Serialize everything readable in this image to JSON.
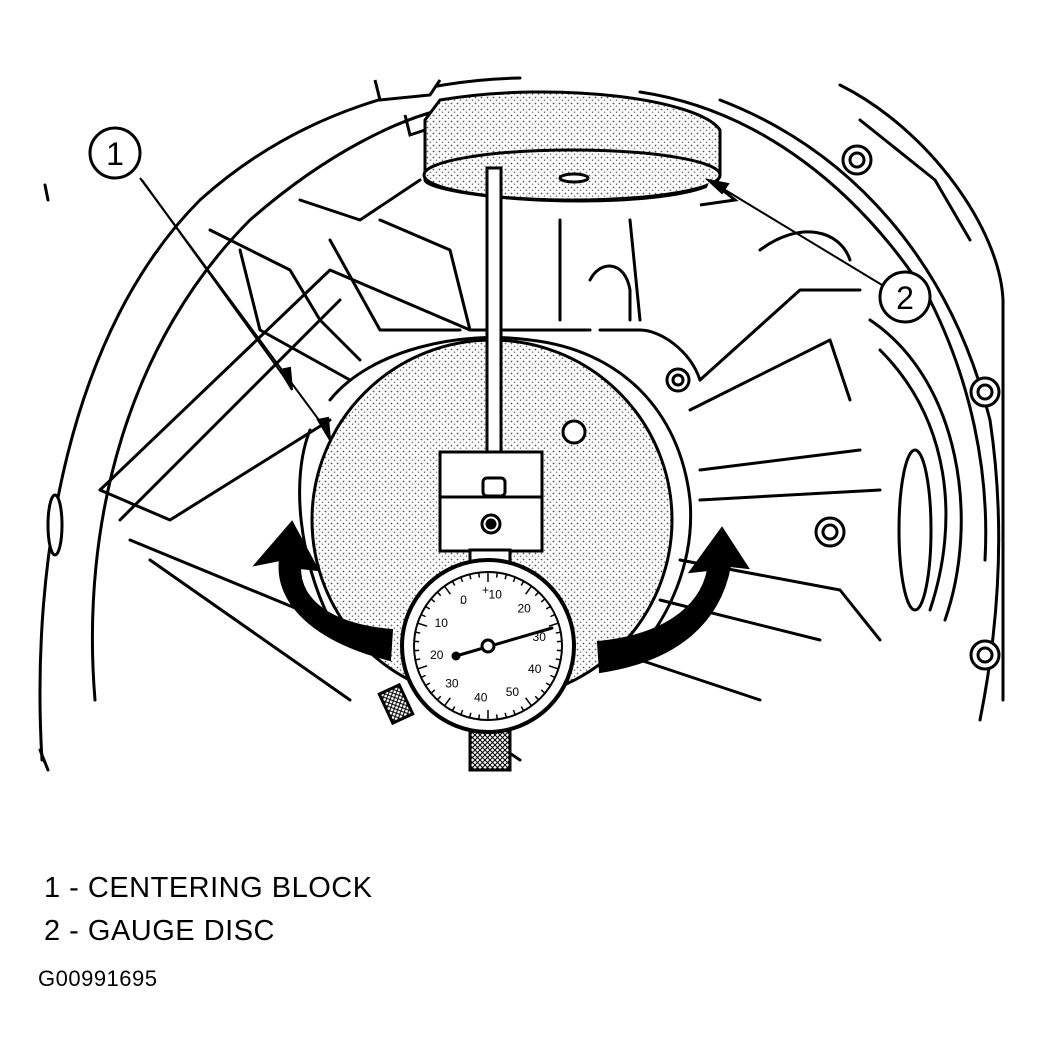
{
  "callouts": [
    {
      "number": "1",
      "label": "CENTERING BLOCK"
    },
    {
      "number": "2",
      "label": "GAUGE DISC"
    }
  ],
  "legend": {
    "line1": "1 - CENTERING BLOCK",
    "line2": "2 - GAUGE DISC"
  },
  "figure_id": "G00991695",
  "dial_indicator": {
    "scale_labels": [
      "20",
      "10",
      "0",
      "10",
      "20",
      "30",
      "40",
      "50",
      "40",
      "30"
    ],
    "sign_plus": "+",
    "sign_minus": "-"
  }
}
